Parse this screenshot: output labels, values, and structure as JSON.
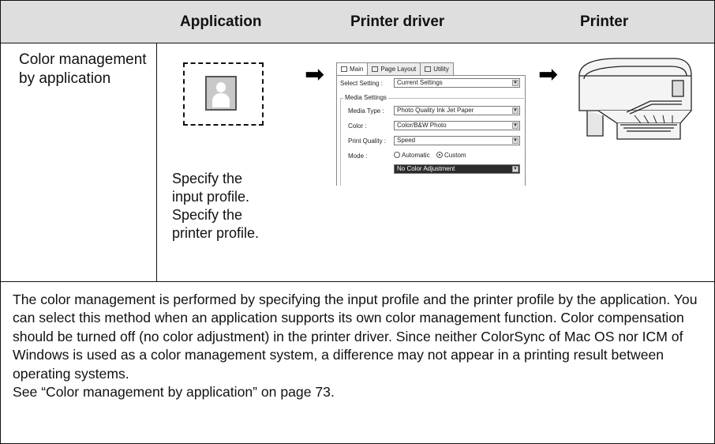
{
  "header": {
    "col_application": "Application",
    "col_driver": "Printer driver",
    "col_printer": "Printer"
  },
  "row": {
    "label": "Color management by application",
    "app_note_1": "Specify the input profile.",
    "app_note_2": "Specify the printer profile."
  },
  "driver_dialog": {
    "tabs": [
      "Main",
      "Page Layout",
      "Utility"
    ],
    "select_setting_label": "Select Setting :",
    "select_setting_value": "Current Settings",
    "media_group_title": "Media Settings",
    "media_type_label": "Media Type :",
    "media_type_value": "Photo Quality Ink Jet Paper",
    "color_label": "Color :",
    "color_value": "Color/B&W Photo",
    "quality_label": "Print Quality :",
    "quality_value": "Speed",
    "mode_label": "Mode :",
    "mode_automatic": "Automatic",
    "mode_custom": "Custom",
    "mode_custom_selected": true,
    "mode_sub_value": "No Color Adjustment"
  },
  "description": {
    "paragraph": "The color management is performed by specifying the input profile and the printer profile by the application. You can select this method when an application supports its own color management function. Color compensation should be turned off (no color adjustment) in the printer driver. Since neither ColorSync of Mac OS nor ICM of Windows is used as a color management system, a difference may not appear in a printing result between operating systems.",
    "reference": "See “Color management by application” on page 73."
  }
}
